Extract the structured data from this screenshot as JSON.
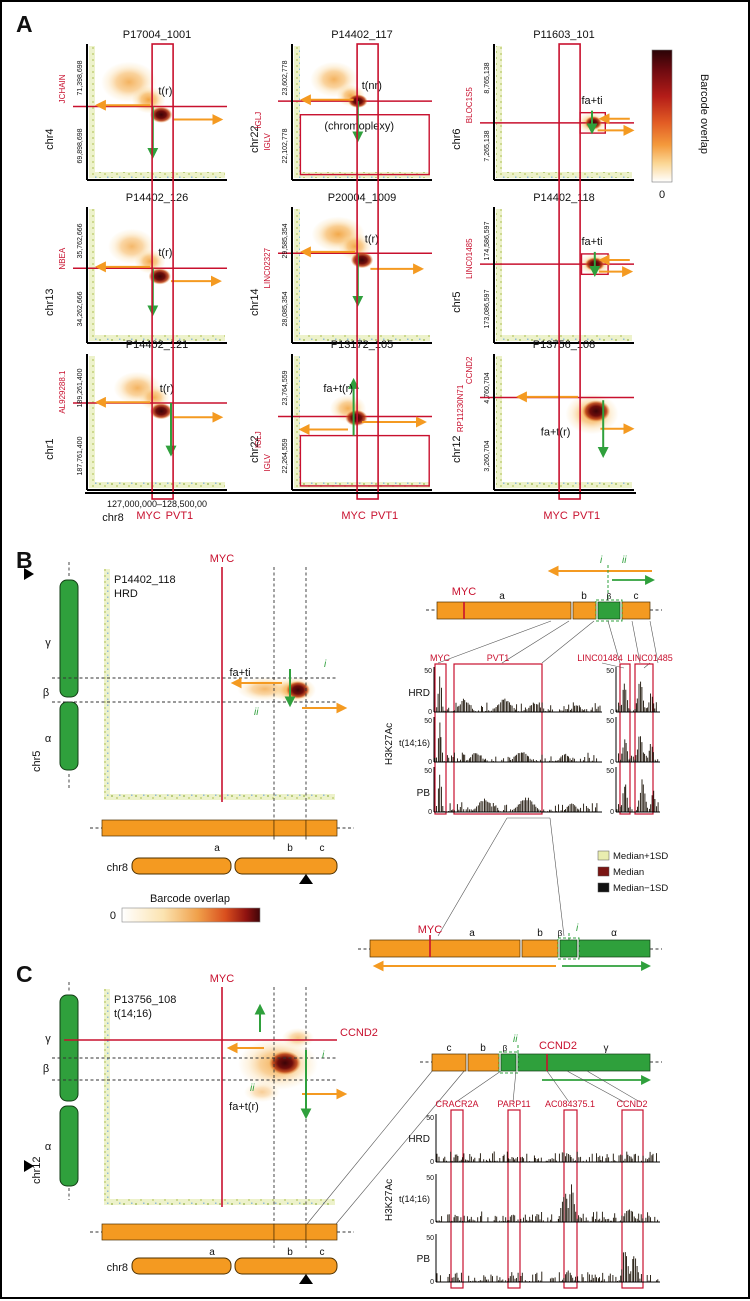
{
  "colors": {
    "red": "#c8102e",
    "orange": "#f49a21",
    "green": "#2fa03c",
    "dense": "#3c0407",
    "median_plus": "#e9edb0",
    "median": "#7a1513",
    "median_minus": "#111111"
  },
  "panelA": {
    "label": "A",
    "colorbar_label": "Barcode overlap",
    "colorbar_min": "0",
    "xaxis_range": "127,000,000–128,500,00",
    "xaxis_chr": "chr8",
    "gene_x1": "MYC",
    "gene_x2": "PVT1"
  },
  "chart_data": {
    "type": "heatmap",
    "description": "3x3 grid of linked-read barcode overlap heatmaps between the chr8 MYC/PVT1 locus (x axis) and partner rearrangement loci (y axis); color scale = barcode overlap from 0 (white) to high (dark red).",
    "x_axis": {
      "chr": "chr8",
      "range": "127,000,000–128,500,00",
      "genes": [
        "MYC",
        "PVT1"
      ]
    },
    "colorbar": {
      "label": "Barcode overlap",
      "min": 0
    },
    "plots": [
      {
        "title": "P17004_1001",
        "chr": "chr4",
        "genes": [
          "JCHAIN"
        ],
        "y_top": "71,398,698",
        "y_bottom": "69,898,698",
        "event": "t(r)",
        "viz": {
          "hline": 0.46,
          "gene_fy": [
            0.33
          ],
          "clouds": [
            [
              0.3,
              0.28,
              0.2,
              0.15,
              0.75
            ],
            [
              0.44,
              0.41,
              0.12,
              0.1,
              0.9
            ]
          ],
          "dense": [
            0.53,
            0.52,
            0.08,
            0.06
          ],
          "arrows": [
            [
              "o",
              "L",
              0.45,
              0.45,
              0.37
            ],
            [
              "o",
              "R",
              0.62,
              0.555,
              0.33
            ],
            [
              "g",
              "D",
              0.47,
              0.46,
              0.36
            ]
          ],
          "event_at": [
            0.56,
            0.37
          ]
        }
      },
      {
        "title": "P14402_117",
        "chr": "chr22",
        "genes": [
          "IGLV",
          "IGLJ"
        ],
        "y_top": "23,602,778",
        "y_bottom": "22,102,778",
        "event": "t(nr)",
        "note": "(chromoplexy)",
        "viz": {
          "hline": 0.42,
          "gene_fy": [
            0.72,
            0.56
          ],
          "clouds": [
            [
              0.3,
              0.26,
              0.17,
              0.13,
              0.75
            ],
            [
              0.42,
              0.38,
              0.1,
              0.08,
              0.85
            ]
          ],
          "dense": [
            0.47,
            0.42,
            0.07,
            0.05
          ],
          "box": [
            0.06,
            0.52,
            0.92,
            0.44
          ],
          "note_at": [
            0.48,
            0.63
          ],
          "arrows": [
            [
              "o",
              "L",
              0.44,
              0.41,
              0.36
            ],
            [
              "g",
              "D",
              0.47,
              0.42,
              0.28
            ]
          ],
          "event_at": [
            0.57,
            0.33
          ]
        }
      },
      {
        "title": "P11603_101",
        "chr": "chr6",
        "genes": [
          "BLOC1S5"
        ],
        "y_top": "8,765,138",
        "y_bottom": "7,265,138",
        "event": "fa+ti",
        "viz": {
          "hline": 0.58,
          "gene_fy": [
            0.45
          ],
          "clouds": [
            [
              0.7,
              0.58,
              0.11,
              0.08,
              0.85
            ]
          ],
          "dense": [
            0.71,
            0.58,
            0.06,
            0.05
          ],
          "box": [
            0.615,
            0.505,
            0.18,
            0.15
          ],
          "arrows": [
            [
              "o",
              "L",
              0.97,
              0.55,
              0.2
            ],
            [
              "o",
              "R",
              0.74,
              0.635,
              0.24
            ],
            [
              "g",
              "D",
              0.7,
              0.49,
              0.15
            ]
          ],
          "event_at": [
            0.7,
            0.44
          ]
        }
      },
      {
        "title": "P14402_126",
        "chr": "chr13",
        "genes": [
          "NBEA"
        ],
        "y_top": "35,762,666",
        "y_bottom": "34,262,666",
        "event": "t(r)",
        "viz": {
          "hline": 0.45,
          "gene_fy": [
            0.38
          ],
          "clouds": [
            [
              0.32,
              0.29,
              0.17,
              0.13,
              0.7
            ],
            [
              0.45,
              0.4,
              0.11,
              0.09,
              0.85
            ]
          ],
          "dense": [
            0.52,
            0.51,
            0.08,
            0.06
          ],
          "arrows": [
            [
              "o",
              "L",
              0.45,
              0.44,
              0.37
            ],
            [
              "o",
              "R",
              0.6,
              0.545,
              0.34
            ],
            [
              "g",
              "D",
              0.47,
              0.45,
              0.33
            ]
          ],
          "event_at": [
            0.56,
            0.36
          ]
        }
      },
      {
        "title": "P20004_1009",
        "chr": "chr14",
        "genes": [
          "LINC02327"
        ],
        "y_top": "29,585,354",
        "y_bottom": "28,085,354",
        "event": "t(r)",
        "viz": {
          "hline": 0.34,
          "gene_fy": [
            0.45
          ],
          "clouds": [
            [
              0.33,
              0.2,
              0.19,
              0.13,
              0.85
            ],
            [
              0.45,
              0.29,
              0.12,
              0.1,
              0.85
            ]
          ],
          "dense": [
            0.5,
            0.39,
            0.08,
            0.06
          ],
          "arrows": [
            [
              "o",
              "L",
              0.45,
              0.33,
              0.37
            ],
            [
              "o",
              "R",
              0.56,
              0.455,
              0.36
            ],
            [
              "g",
              "D",
              0.47,
              0.34,
              0.37
            ]
          ],
          "event_at": [
            0.57,
            0.26
          ]
        }
      },
      {
        "title": "P14402_118",
        "chr": "chr5",
        "genes": [
          "LINC01485"
        ],
        "y_top": "174,586,597",
        "y_bottom": "173,086,597",
        "event": "fa+ti",
        "viz": {
          "hline": 0.42,
          "gene_fy": [
            0.38
          ],
          "clouds": [
            [
              0.72,
              0.42,
              0.12,
              0.08,
              0.85
            ]
          ],
          "dense": [
            0.72,
            0.42,
            0.07,
            0.05
          ],
          "box": [
            0.625,
            0.345,
            0.19,
            0.15
          ],
          "arrows": [
            [
              "o",
              "L",
              0.97,
              0.39,
              0.2
            ],
            [
              "o",
              "R",
              0.75,
              0.475,
              0.22
            ],
            [
              "g",
              "D",
              0.72,
              0.33,
              0.16
            ]
          ],
          "event_at": [
            0.7,
            0.28
          ]
        }
      },
      {
        "title": "P14402_121",
        "chr": "chr1",
        "genes": [
          "AL929288.1"
        ],
        "y_top": "189,261,400",
        "y_bottom": "187,761,400",
        "event": "t(r)",
        "viz": {
          "hline": 0.36,
          "gene_fy": [
            0.28
          ],
          "clouds": [
            [
              0.36,
              0.25,
              0.17,
              0.12,
              0.75
            ],
            [
              0.48,
              0.32,
              0.11,
              0.09,
              0.8
            ]
          ],
          "dense": [
            0.53,
            0.42,
            0.08,
            0.06
          ],
          "arrows": [
            [
              "o",
              "L",
              0.45,
              0.355,
              0.37
            ],
            [
              "o",
              "R",
              0.62,
              0.465,
              0.33
            ],
            [
              "g",
              "D",
              0.6,
              0.36,
              0.37
            ]
          ],
          "event_at": [
            0.57,
            0.28
          ]
        }
      },
      {
        "title": "P13172_105",
        "chr": "chr22",
        "genes": [
          "IGLV",
          "IGLJ"
        ],
        "y_top": "23,764,559",
        "y_bottom": "22,264,559",
        "event": "fa+t(r)",
        "viz": {
          "hline": 0.46,
          "gene_fy": [
            0.8,
            0.63
          ],
          "clouds": [
            [
              0.4,
              0.4,
              0.13,
              0.1,
              0.8
            ]
          ],
          "dense": [
            0.46,
            0.47,
            0.08,
            0.06
          ],
          "box": [
            0.06,
            0.6,
            0.92,
            0.37
          ],
          "arrows": [
            [
              "o",
              "L",
              0.4,
              0.555,
              0.33
            ],
            [
              "o",
              "R",
              0.5,
              0.5,
              0.44
            ],
            [
              "g",
              "U",
              0.44,
              0.6,
              0.4
            ]
          ],
          "event_at": [
            0.33,
            0.28
          ]
        }
      },
      {
        "title": "P13756_108",
        "chr": "chr12",
        "genes": [
          "CCND2",
          "RP11230N71"
        ],
        "y_top": "4,760,704",
        "y_bottom": "3,260,704",
        "event": "fa+t(r)",
        "viz": {
          "hline": 0.32,
          "gene_fy": [
            0.12,
            0.4
          ],
          "clouds": [
            [
              0.7,
              0.44,
              0.19,
              0.15,
              0.85
            ]
          ],
          "dense": [
            0.73,
            0.42,
            0.1,
            0.08
          ],
          "arrows": [
            [
              "o",
              "L",
              0.6,
              0.315,
              0.42
            ],
            [
              "o",
              "R",
              0.76,
              0.55,
              0.22
            ],
            [
              "g",
              "D",
              0.78,
              0.34,
              0.4
            ]
          ],
          "event_at": [
            0.44,
            0.6
          ]
        }
      }
    ],
    "panelB_summary": {
      "type": "heatmap+coverage",
      "sample": "P14402_118",
      "condition": "HRD",
      "partner_chr": "chr5",
      "chr8_segments": [
        "a",
        "b",
        "c"
      ],
      "partner_segments": [
        "γ",
        "β",
        "α"
      ],
      "derivative": "a-b-β-c",
      "coverage": {
        "signal": "H3K27Ac",
        "rows": [
          "HRD",
          "t(14;16)",
          "PB"
        ],
        "ylim": [
          0,
          50
        ],
        "genes": [
          "MYC",
          "PVT1",
          "LINC01484",
          "LINC01485"
        ],
        "legend": [
          "Median+1SD",
          "Median",
          "Median−1SD"
        ]
      }
    },
    "panelC_summary": {
      "type": "heatmap+coverage",
      "sample": "P13756_108",
      "condition": "t(14;16)",
      "partner_chr": "chr12",
      "chr8_segments": [
        "a",
        "b",
        "c"
      ],
      "partner_segments": [
        "γ",
        "β",
        "α"
      ],
      "derivatives": [
        "a-b-β-α (MYC)",
        "c-b-β-γ (CCND2)"
      ],
      "coverage": {
        "signal": "H3K27Ac",
        "rows": [
          "HRD",
          "t(14;16)",
          "PB"
        ],
        "ylim": [
          0,
          50
        ],
        "genes": [
          "CRACR2A",
          "PARP11",
          "AC084375.1",
          "CCND2"
        ]
      }
    }
  },
  "panelB": {
    "label": "B",
    "sample": "P14402_118",
    "condition": "HRD",
    "myc": "MYC",
    "event": "fa+ti",
    "i": "i",
    "ii": "ii",
    "gamma": "γ",
    "beta": "β",
    "alpha": "α",
    "chr_partner": "chr5",
    "chr8": "chr8",
    "seg_a": "a",
    "seg_b": "b",
    "seg_c": "c",
    "colorbar_label": "Barcode overlap",
    "colorbar_min": "0",
    "der": {
      "myc": "MYC",
      "a": "a",
      "b": "b",
      "beta": "β",
      "c": "c",
      "i": "i",
      "ii": "ii"
    },
    "genes": {
      "myc": "MYC",
      "pvt1": "PVT1",
      "linc01484": "LINC01484",
      "linc01485": "LINC01485"
    },
    "tracks": {
      "rows": [
        "HRD",
        "t(14;16)",
        "PB"
      ],
      "signal": "H3K27Ac",
      "ymax": "50",
      "ymin": "0"
    },
    "legend": [
      {
        "label": "Median+1SD",
        "color": "#e9edb0"
      },
      {
        "label": "Median",
        "color": "#7a1513"
      },
      {
        "label": "Median−1SD",
        "color": "#111111"
      }
    ]
  },
  "panelC": {
    "label": "C",
    "sample": "P13756_108",
    "condition": "t(14;16)",
    "myc": "MYC",
    "ccnd2": "CCND2",
    "event": "fa+t(r)",
    "i": "i",
    "ii": "ii",
    "gamma": "γ",
    "beta": "β",
    "alpha": "α",
    "chr_partner": "chr12",
    "chr8": "chr8",
    "seg_a": "a",
    "seg_b": "b",
    "seg_c": "c",
    "der1": {
      "myc": "MYC",
      "a": "a",
      "b": "b",
      "beta": "β",
      "alpha": "α",
      "i": "i"
    },
    "der2": {
      "c": "c",
      "b": "b",
      "beta": "β",
      "ccnd2": "CCND2",
      "gamma": "γ",
      "ii": "ii"
    },
    "genes": {
      "cracr2a": "CRACR2A",
      "parp11": "PARP11",
      "ac084375": "AC084375.1",
      "ccnd2": "CCND2"
    },
    "tracks": {
      "rows": [
        "HRD",
        "t(14;16)",
        "PB"
      ],
      "signal": "H3K27Ac",
      "ymax": "50",
      "ymin": "0"
    }
  }
}
